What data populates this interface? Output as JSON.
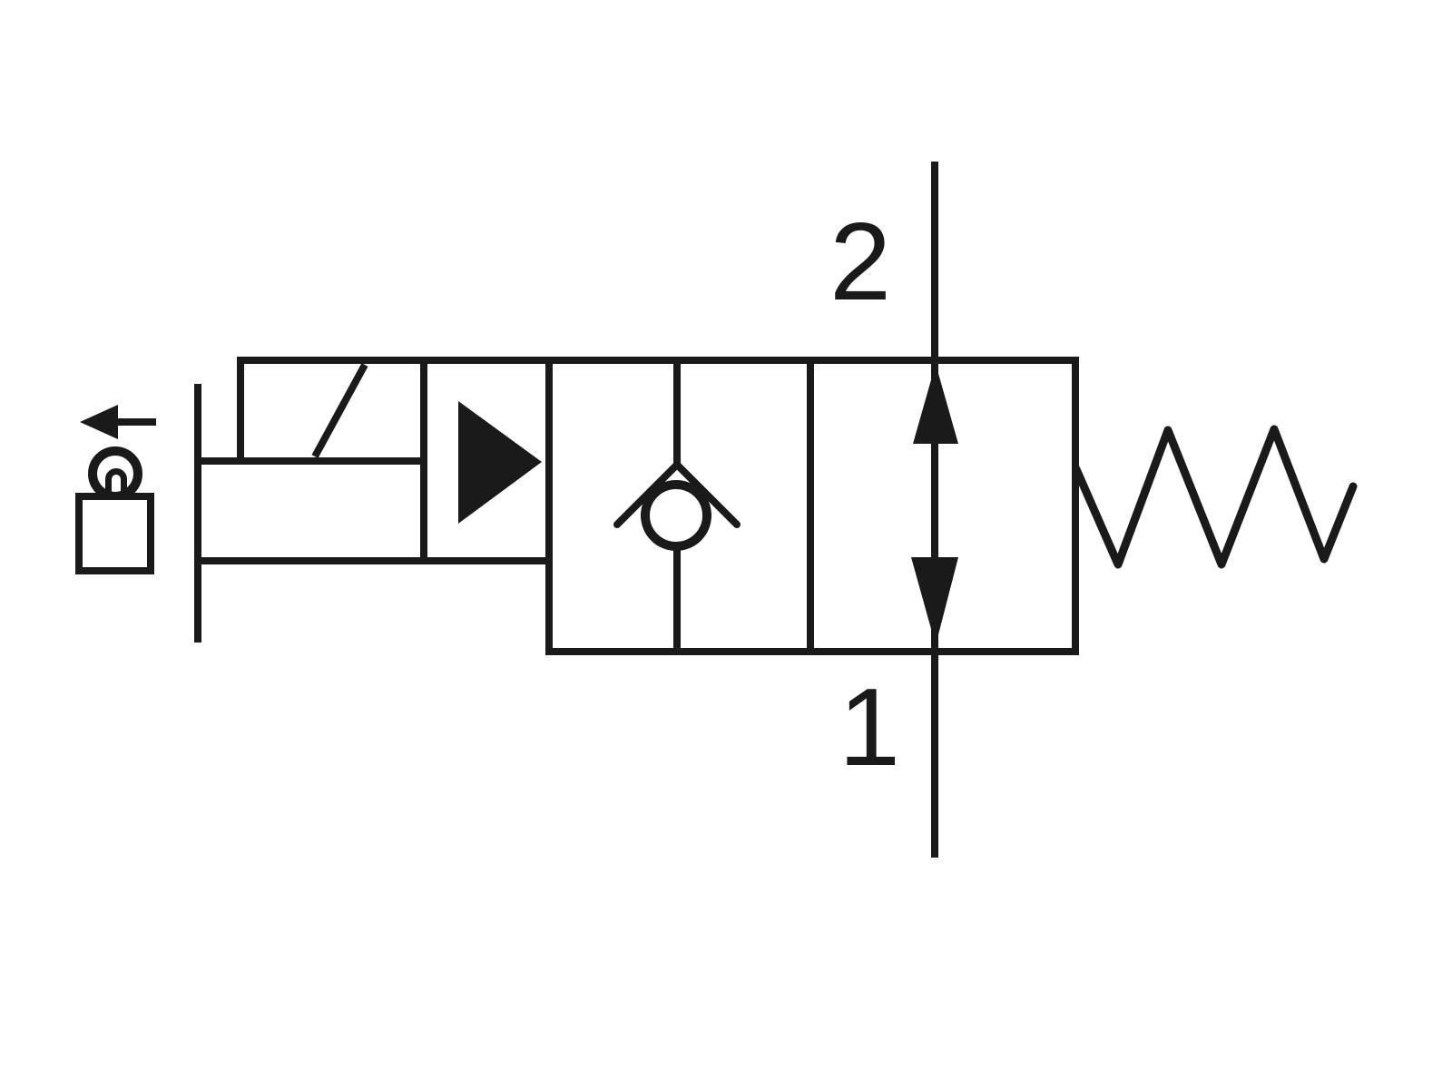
{
  "colors": {
    "ink": "#1a1a1a",
    "background": "#ffffff"
  },
  "ports": {
    "top_label": "2",
    "bottom_label": "1"
  },
  "components": {
    "padlock": "manual-override-padlock",
    "release_arrow": "unlock-direction-arrow",
    "solenoid": "solenoid-coil-with-diagonal",
    "armature": "armature-frame",
    "pilot_triangle": "pilot-flow-triangle",
    "check_valve": "check-valve-ball-and-seat",
    "flow_path": "bidirectional-flow-arrows",
    "spring": "return-spring",
    "port_top": "port-2-line",
    "port_bottom": "port-1-line"
  }
}
